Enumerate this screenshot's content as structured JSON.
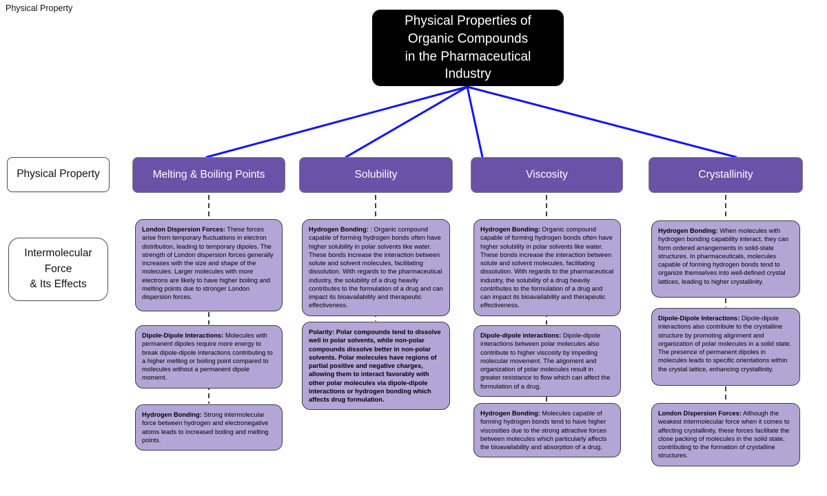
{
  "corner_label": "Physical Property",
  "root": {
    "title": "Physical Properties of\nOrganic Compounds\nin the Pharmaceutical\nIndustry"
  },
  "row_labels": [
    {
      "label": "Physical Property"
    },
    {
      "label": "Intermolecular\nForce\n& Its Effects"
    }
  ],
  "columns": [
    {
      "header": "Melting & Boiling Points",
      "notes": [
        {
          "lead": "London Dispersion Forces:",
          "body": " These forces arise from temporary fluctuations in electron distribution, leading to temporary dipoles. The strength of London dispersion forces generally increases with the size and shape of the molecules. Larger molecules with more electrons are likely to have higher boiling and melting points due to stronger London dispersion forces."
        },
        {
          "lead": "Dipole-Dipole Interactions:",
          "body": " Molecules with permanent dipoles require more energy to break dipole-dipole interactions contributing to a higher melting or boiling point compared to molecules without a permanent dipole moment."
        },
        {
          "lead": "Hydrogen Bonding:",
          "body": " Strong intermolecular force between hydrogen and electronegative atoms leads to increased boiling and melting points."
        }
      ]
    },
    {
      "header": "Solubility",
      "notes": [
        {
          "lead": "Hydrogen Bonding:",
          "body": " : Organic compound capable of forming hydrogen bonds often have higher solubility in polar solvents like water. These bonds increase the interaction between solute and solvent molecules, facilitating dissolution. With regards to the pharmaceutical industry, the solubility of a drug heavily contributes to the formulation of a drug and can impact its bioavailability and therapeutic effectiveness."
        },
        {
          "lead": "Polarity:",
          "body": " Polar compounds tend to dissolve well in polar solvents, while non-polar compounds dissolve better in non-polar solvents. Polar molecules have regions of partial positive and negative charges, allowing them to interact favorably with other polar molecules via dipole-dipole interactions or hydrogen bonding which affects drug formulation."
        }
      ]
    },
    {
      "header": "Viscosity",
      "notes": [
        {
          "lead": "Hydrogen Bonding:",
          "body": " Organic compound capable of forming hydrogen bonds often have higher solubility in polar solvents like water. These bonds increase the interaction between solute and solvent molecules, facilitating dissolution. With regards to the pharmaceutical industry, the solubility of a drug heavily contributes to the formulation of a drug and can impact its bioavailability and therapeutic effectiveness."
        },
        {
          "lead": "Dipole-dipole interactions:",
          "body": " Dipole-dipole interactions between polar molecules also contribute to higher viscosity by impeding molecular movement. The alignment and organization of polar molecules result in greater resistance to flow which can affect the formulation of a drug."
        },
        {
          "lead": "Hydrogen Bonding:",
          "body": " Molecules capable of forming hydrogen bonds tend to have higher viscosities due to the strong attractive forces between molecules which particularly affects the bioavailability and absorption of a drug."
        }
      ]
    },
    {
      "header": "Crystallinity",
      "notes": [
        {
          "lead": "Hydrogen Bonding:",
          "body": " When molecules with hydrogen bonding capability interact, they can form ordered arrangements in solid-state structures. In pharmaceuticals, molecules capable of forming hydrogen bonds tend to organize themselves into well-defined crystal lattices, leading to higher crystallinity."
        },
        {
          "lead": "Dipole-Dipole Interactions:",
          "body": " Dipole-dipole interactions also contribute to the crystalline structure by promoting alignment and organization of polar molecules in a solid state. The presence of permanent dipoles in molecules leads to specific orientations within the crystal lattice, enhancing crystallinity."
        },
        {
          "lead": "London Dispersion Forces:",
          "body": " Although the weakest intermolecular force when it comes to affecting crystallinity, these forces facilitate the close packing of molecules in the solid state, contributing to the formation of crystalline structures."
        }
      ]
    }
  ],
  "colors": {
    "root_fill": "#000000",
    "root_text": "#ffffff",
    "header_fill": "#6952a8",
    "note_fill": "#b3a6d7",
    "connector_blue": "#1414f5",
    "dash_color": "#3f3f3f"
  }
}
